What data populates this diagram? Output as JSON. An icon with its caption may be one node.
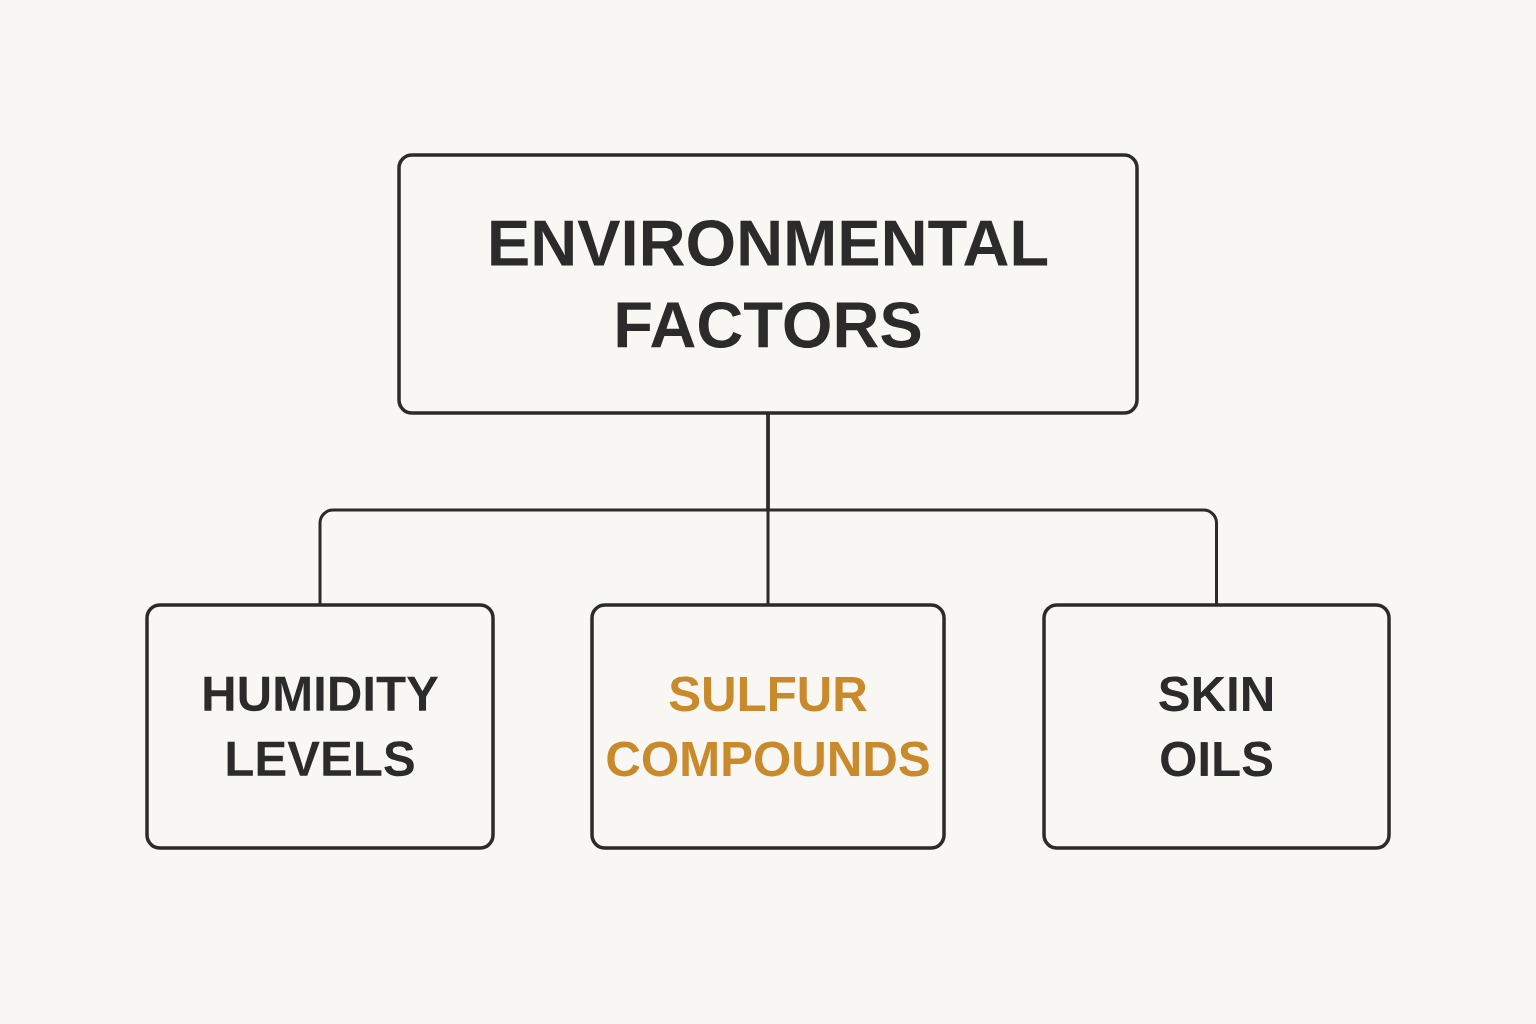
{
  "diagram": {
    "nodes": [
      {
        "text": [
          "ENVIRONMENTAL FACTORS"
        ]
      },
      {
        "text": [
          "HUMIDITY LEVELS"
        ]
      },
      {
        "text": [
          "SULFUR COMPOUNDS"
        ]
      },
      {
        "text": [
          "SKIN OILS"
        ]
      }
    ],
    "edges": [
      {
        "from": 0,
        "to": 1,
        "arrow": "none"
      },
      {
        "from": 0,
        "to": 2,
        "arrow": "none"
      },
      {
        "from": 0,
        "to": 3,
        "arrow": "none"
      }
    ]
  }
}
